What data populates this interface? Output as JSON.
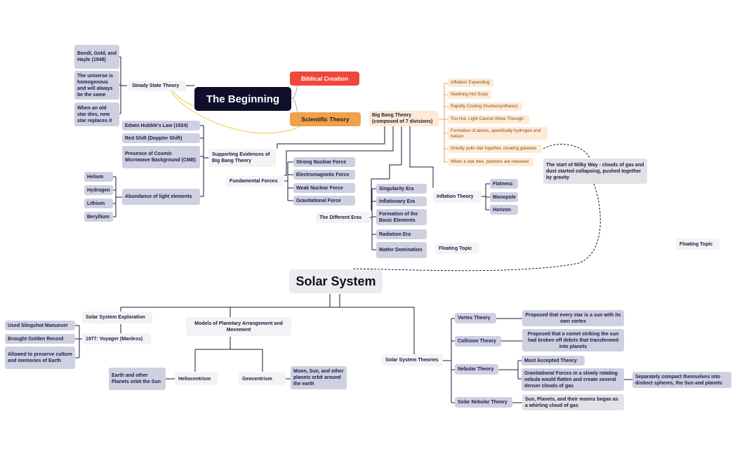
{
  "beginning": {
    "title": "The Beginning",
    "biblical": "Biblical Creation",
    "scientific": "Scientific Theory",
    "steady_state": {
      "label": "Steady State Theory",
      "items": [
        "Bondi, Gold, and Hayle (1948)",
        "The universe is homogenous and will always be the same",
        "When an old star dies, new star replaces it"
      ]
    },
    "big_bang": {
      "label": "Big Bang Theory (composed of 7 divisions)",
      "stages": [
        "Inflation/ Expanding",
        "Seething Hot Soup",
        "Rapidly Cooling (Nucleosynthesis)",
        "Too Hot, Light Cannot Shine Through",
        "Formation of atoms, specifically hydrogen and helium",
        "Gravity pulls star together, creating galaxies",
        "When a star dies, particles are released"
      ],
      "milky_way": "The start of Milky Way - clouds of gas and dust started collapsing, pushed together by gravity"
    },
    "evidences": {
      "label": "Supporting Evidences of Big Bang Theory",
      "items": [
        "Edwin Hubble's Law (1924)",
        "Red Shift (Doppler Shift)",
        "Presence of Cosmic Microwave Background (CMB)",
        "Abundance of light elements"
      ],
      "elements": [
        "Helium",
        "Hydrogen",
        "Lithium",
        "Beryllium"
      ]
    },
    "forces": {
      "label": "Fundamental Forces",
      "items": [
        "Strong Nuclear Force",
        "Electromagnetic Force",
        "Weak Nuclear Force",
        "Gravitational Force"
      ]
    },
    "eras": {
      "label": "The Different Eras",
      "items": [
        "Singularity Era",
        "Inflationary Era",
        "Formation of the Basic Elements",
        "Radiation Era",
        "Matter Domination"
      ]
    },
    "inflation": {
      "label": "Inflation Theory",
      "items": [
        "Flatness",
        "Monopole",
        "Horizon"
      ]
    },
    "floating_1": "Floating Topic",
    "floating_2": "Floating Topic"
  },
  "solar": {
    "title": "Solar System",
    "exploration": {
      "label": "Solar System Exploration",
      "voyager": "1977: Voyager (Manless)",
      "items": [
        "Used Slingshot Manuever",
        "Brought Golden Record",
        "Allowed to preserve culture and memories of Earth"
      ]
    },
    "models": {
      "label": "Models of Planetary Arrangement and Movement",
      "helio": "Heliocentrism",
      "helio_desc": "Earth and other Planets orbit the Sun",
      "geo": "Geocentrism",
      "geo_desc": "Moon, Sun, and other planets orbit around the earth"
    },
    "theories": {
      "label": "Solar System Theories",
      "vortex": "Vortex Theory",
      "vortex_desc": "Proposed that every star is a sun with its own vortex",
      "collision": "Collision Theory",
      "collision_desc": "Proposed that a comet striking the sun had broken off debris that transformed into planets",
      "nebular": "Nebular Theory",
      "nebular_accepted": "Most Accepted Theory",
      "nebular_desc": "Gravitational Forces in a slowly rotating nebula would flatten and create several denser clouds of gas",
      "nebular_sub": "Separately compact themselves into distinct spheres, the Sun and planets",
      "solar_nebular": "Solar Nebular Theory",
      "solar_nebular_desc": "Sun, Planets, and their moons began as a whirling cloud of gas"
    }
  },
  "colors": {
    "root_dark": "#0f0f2b",
    "biblical": "#ef473a",
    "scientific": "#f2a14b",
    "peach": "#fdebd7",
    "line": "#1a1a3a"
  }
}
